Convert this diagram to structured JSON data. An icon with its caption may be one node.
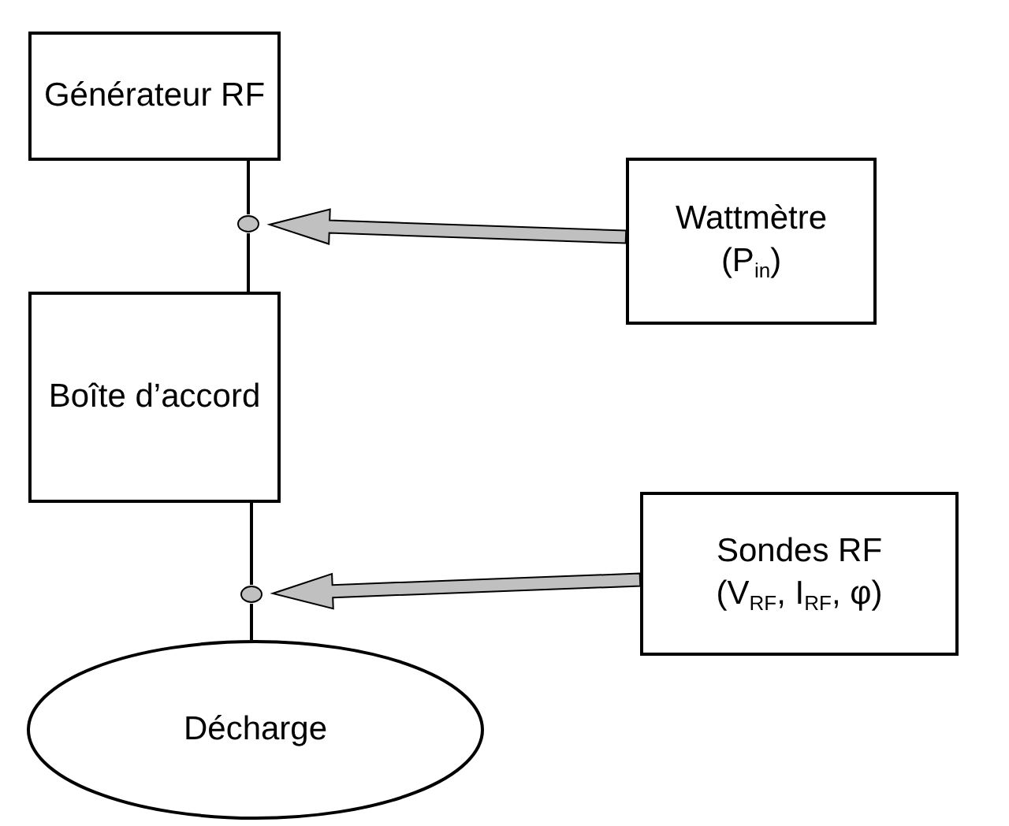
{
  "diagram": {
    "nodes": [
      {
        "text": [
          "Générateur RF"
        ]
      },
      {
        "text": [
          "Wattmètre (P$_{in}$)"
        ]
      },
      {
        "text": [],
        "shape": "circle"
      },
      {
        "text": [
          "Boîte d’accord"
        ]
      },
      {
        "text": [
          "Sondes RF (V$_{RF}$, I$_{RF}$, φ)"
        ]
      },
      {
        "text": [],
        "shape": "circle"
      },
      {
        "text": [
          "Décharge"
        ]
      }
    ],
    "edges": [
      {
        "from": 0,
        "to": 2,
        "arrow": "none"
      },
      {
        "from": 2,
        "to": 3,
        "arrow": "none"
      },
      {
        "from": 1,
        "to": 2,
        "arrow": "to",
        "style": "thick",
        "color": "#c0c0c0"
      },
      {
        "from": 3,
        "to": 5,
        "arrow": "none"
      },
      {
        "from": 5,
        "to": 6,
        "arrow": "none"
      },
      {
        "from": 4,
        "to": 5,
        "arrow": "to",
        "style": "thick",
        "color": "#c0c0c0"
      }
    ]
  }
}
